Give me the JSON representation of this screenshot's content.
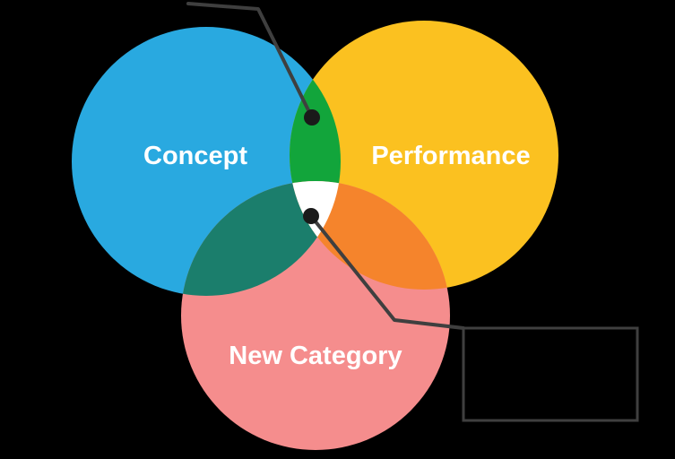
{
  "diagram": {
    "type": "venn",
    "background_color": "#000000",
    "sets": [
      {
        "id": "concept",
        "label": "Concept",
        "color": "#29A9E0"
      },
      {
        "id": "performance",
        "label": "Performance",
        "color": "#FBC120"
      },
      {
        "id": "new_category",
        "label": "New Category",
        "color": "#F58D8D"
      }
    ],
    "overlaps": {
      "concept_performance_color": "#12A53B",
      "concept_new_category_color": "#1B7E6C",
      "performance_new_category_color": "#F5842C",
      "center_color": "#FFFFFF"
    },
    "label_text_color": "#FFFFFF",
    "callouts": {
      "line_color": "#3F3F3F",
      "marker_color": "#1A1A1A",
      "box_border_color": "#3F3F3F"
    }
  }
}
